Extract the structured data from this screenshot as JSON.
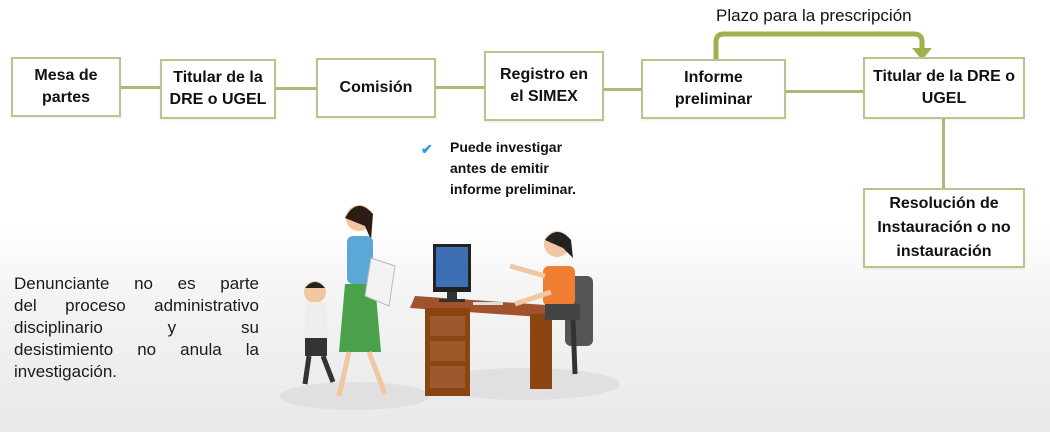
{
  "flow": {
    "boxes": [
      {
        "id": "mesa",
        "label": "Mesa de partes"
      },
      {
        "id": "titular1",
        "label": "Titular de la DRE o UGEL"
      },
      {
        "id": "comision",
        "label": "Comisión"
      },
      {
        "id": "registro",
        "label": "Registro en el SIMEX"
      },
      {
        "id": "informe",
        "label": "Informe preliminar"
      },
      {
        "id": "titular2",
        "label": "Titular de la DRE o UGEL"
      },
      {
        "id": "resolucion",
        "label": "Resolución de Instauración o no instauración"
      }
    ],
    "prescription_label": "Plazo para la prescripción",
    "investigate_note": "Puede investigar antes de emitir informe preliminar."
  },
  "note": {
    "lines": [
      "Denunciante no es parte",
      "del proceso administrativo",
      "disciplinario y su",
      "desistimiento no anula la",
      "investigación."
    ]
  },
  "colors": {
    "border": "#b7c68c",
    "connector": "#a9bb78",
    "arrow": "#9db24f",
    "check": "#2f9bd6"
  },
  "illustration": "office-scene-icon"
}
